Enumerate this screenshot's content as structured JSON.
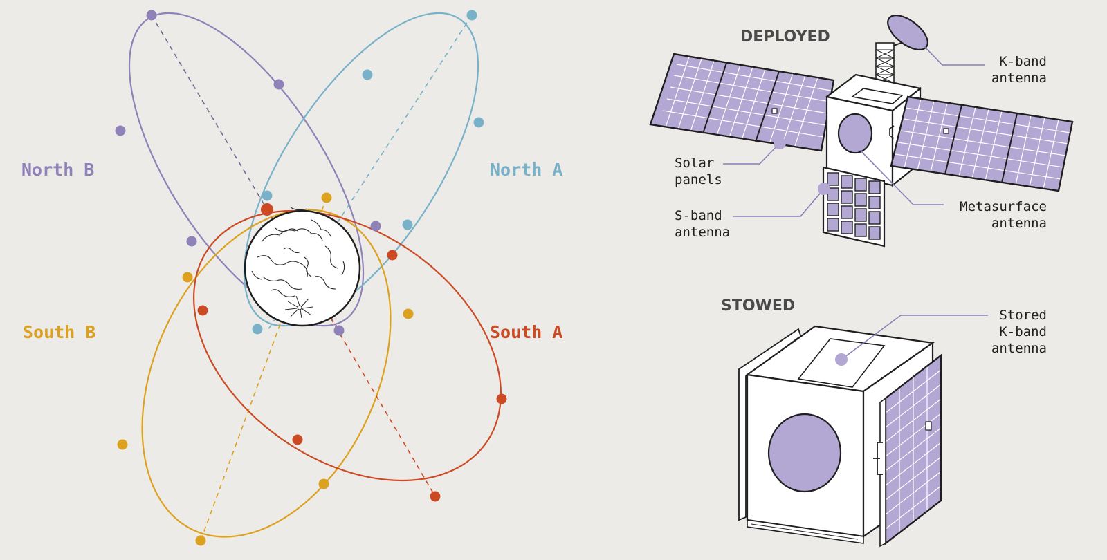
{
  "orbits": [
    {
      "name": "North B",
      "color": "#8e82b8"
    },
    {
      "name": "North A",
      "color": "#79b2c8"
    },
    {
      "name": "South B",
      "color": "#dca21f"
    },
    {
      "name": "South A",
      "color": "#cc4a23"
    }
  ],
  "colors": {
    "panel": "#b3a7d3",
    "ink": "#1f1f1f",
    "leader": "#8a7fb6",
    "background": "#ecebe8"
  },
  "deployed": {
    "title": "DEPLOYED",
    "k_band": [
      "K-band",
      "antenna"
    ],
    "solar": [
      "Solar",
      "panels"
    ],
    "s_band": [
      "S-band",
      "antenna"
    ],
    "metasurface": [
      "Metasurface",
      "antenna"
    ]
  },
  "stowed": {
    "title": "STOWED",
    "stored_k_band": [
      "Stored",
      "K-band",
      "antenna"
    ]
  }
}
